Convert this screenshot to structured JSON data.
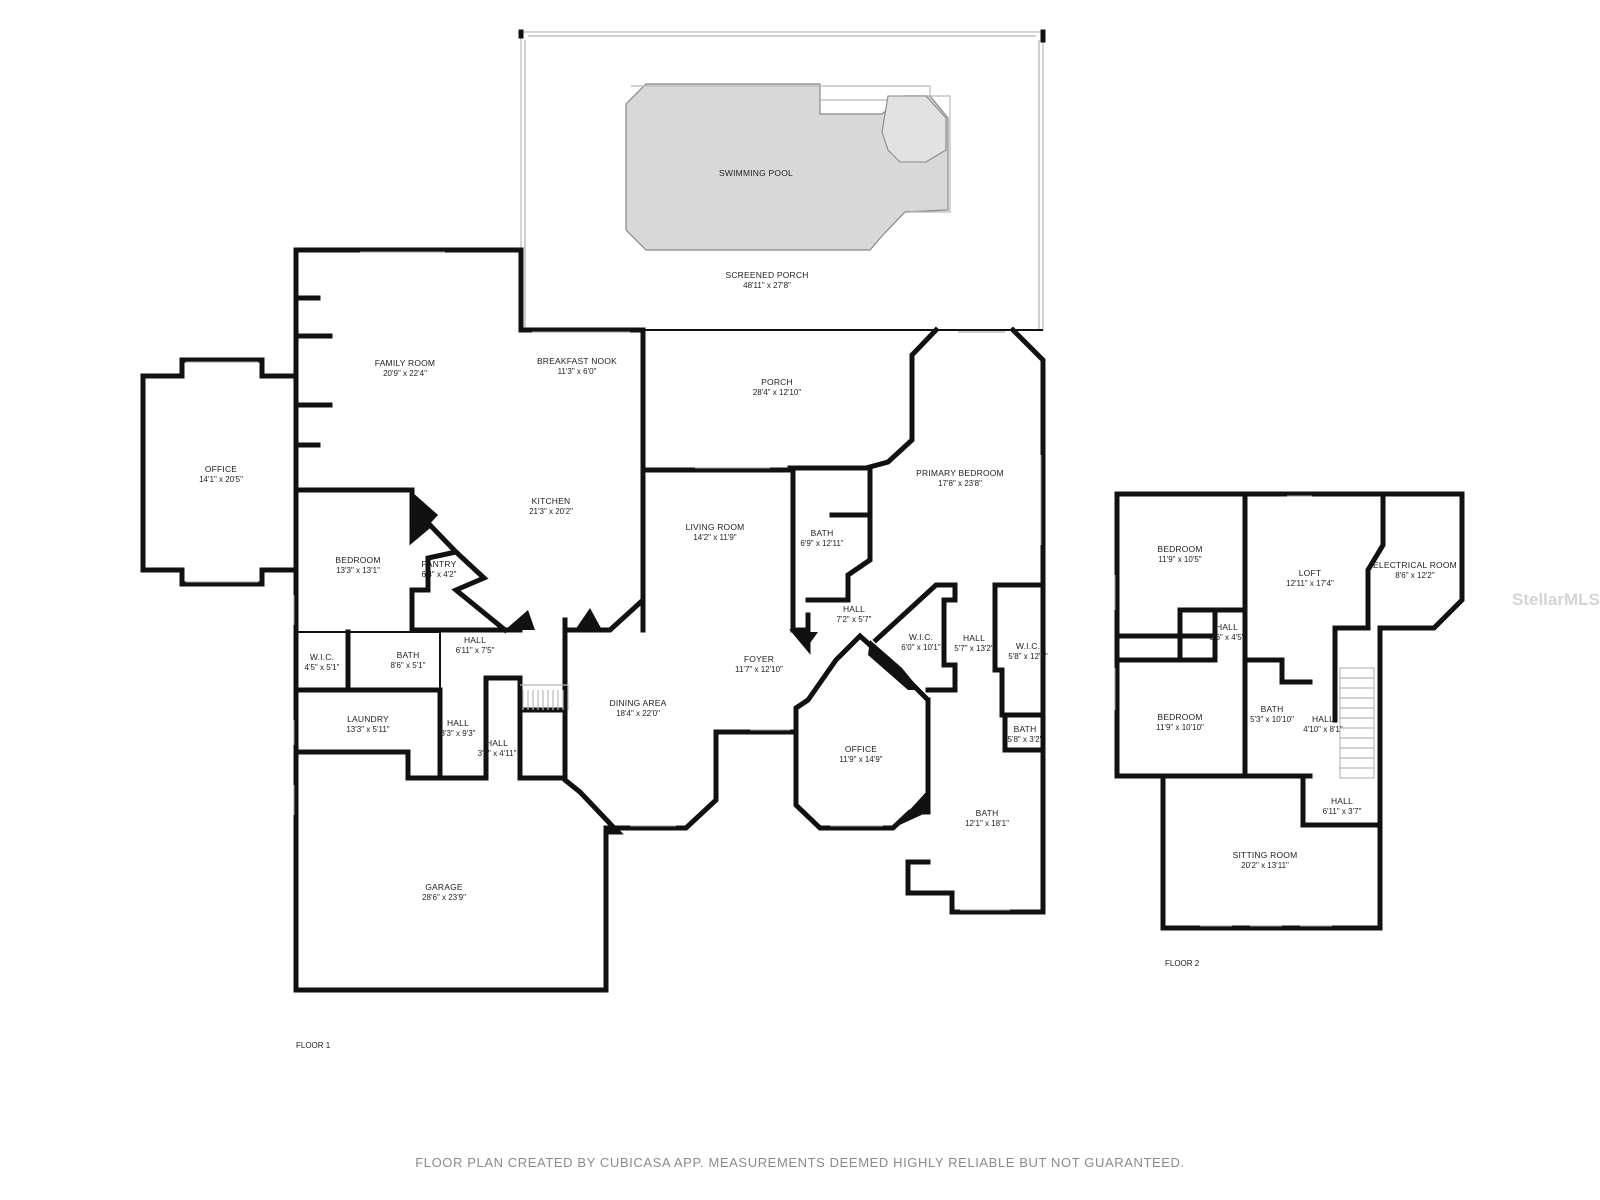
{
  "footer_note": "FLOOR PLAN CREATED BY CUBICASA APP. MEASUREMENTS DEEMED HIGHLY RELIABLE BUT NOT GUARANTEED.",
  "watermark": "StellarMLS",
  "floors": {
    "floor1": {
      "label": "FLOOR 1",
      "rooms": {
        "swimming_pool": {
          "name": "SWIMMING POOL",
          "dims": ""
        },
        "screened_porch": {
          "name": "SCREENED PORCH",
          "dims": "48'11\" x 27'8\""
        },
        "family_room": {
          "name": "FAMILY ROOM",
          "dims": "20'9\" x 22'4\""
        },
        "breakfast_nook": {
          "name": "BREAKFAST NOOK",
          "dims": "11'3\" x 6'0\""
        },
        "porch": {
          "name": "PORCH",
          "dims": "28'4\" x 12'10\""
        },
        "office_west": {
          "name": "OFFICE",
          "dims": "14'1\" x 20'5\""
        },
        "kitchen": {
          "name": "KITCHEN",
          "dims": "21'3\" x 20'2\""
        },
        "primary_bedroom": {
          "name": "PRIMARY BEDROOM",
          "dims": "17'8\" x 23'8\""
        },
        "living_room": {
          "name": "LIVING ROOM",
          "dims": "14'2\" x 11'9\""
        },
        "bath_center": {
          "name": "BATH",
          "dims": "6'9\" x 12'11\""
        },
        "bedroom": {
          "name": "BEDROOM",
          "dims": "13'3\" x 13'1\""
        },
        "pantry": {
          "name": "PANTRY",
          "dims": "6'4\" x 4'2\""
        },
        "hall_center": {
          "name": "HALL",
          "dims": "7'2\" x 5'7\""
        },
        "hall_west": {
          "name": "HALL",
          "dims": "6'11\" x 7'5\""
        },
        "wic_primary_1": {
          "name": "W.I.C.",
          "dims": "6'0\" x 10'1\""
        },
        "hall_primary": {
          "name": "HALL",
          "dims": "5'7\" x 13'2\""
        },
        "wic_primary_2": {
          "name": "W.I.C.",
          "dims": "5'8\" x 12'1\""
        },
        "wic_west": {
          "name": "W.I.C.",
          "dims": "4'5\" x 5'1\""
        },
        "bath_west": {
          "name": "BATH",
          "dims": "8'6\" x 5'1\""
        },
        "foyer": {
          "name": "FOYER",
          "dims": "11'7\" x 12'10\""
        },
        "laundry": {
          "name": "LAUNDRY",
          "dims": "13'3\" x 5'11\""
        },
        "hall_laundry": {
          "name": "HALL",
          "dims": "3'3\" x 9'3\""
        },
        "dining_area": {
          "name": "DINING AREA",
          "dims": "18'4\" x 22'0\""
        },
        "hall_small": {
          "name": "HALL",
          "dims": "3'5\" x 4'11\""
        },
        "office_east": {
          "name": "OFFICE",
          "dims": "11'9\" x 14'9\""
        },
        "bath_small": {
          "name": "BATH",
          "dims": "5'8\" x 3'2\""
        },
        "bath_primary": {
          "name": "BATH",
          "dims": "12'1\" x 18'1\""
        },
        "garage": {
          "name": "GARAGE",
          "dims": "28'6\" x 23'9\""
        }
      }
    },
    "floor2": {
      "label": "FLOOR 2",
      "rooms": {
        "bedroom_1": {
          "name": "BEDROOM",
          "dims": "11'9\" x 10'5\""
        },
        "loft": {
          "name": "LOFT",
          "dims": "12'11\" x 17'4\""
        },
        "electrical_room": {
          "name": "ELECTRICAL ROOM",
          "dims": "8'6\" x 12'2\""
        },
        "hall_1": {
          "name": "HALL",
          "dims": "3'6\" x 4'5\""
        },
        "bedroom_2": {
          "name": "BEDROOM",
          "dims": "11'9\" x 10'10\""
        },
        "bath": {
          "name": "BATH",
          "dims": "5'3\" x 10'10\""
        },
        "hall_2": {
          "name": "HALL",
          "dims": "4'10\" x 8'1\""
        },
        "hall_3": {
          "name": "HALL",
          "dims": "6'11\" x 3'7\""
        },
        "sitting_room": {
          "name": "SITTING ROOM",
          "dims": "20'2\" x 13'11\""
        }
      }
    }
  }
}
